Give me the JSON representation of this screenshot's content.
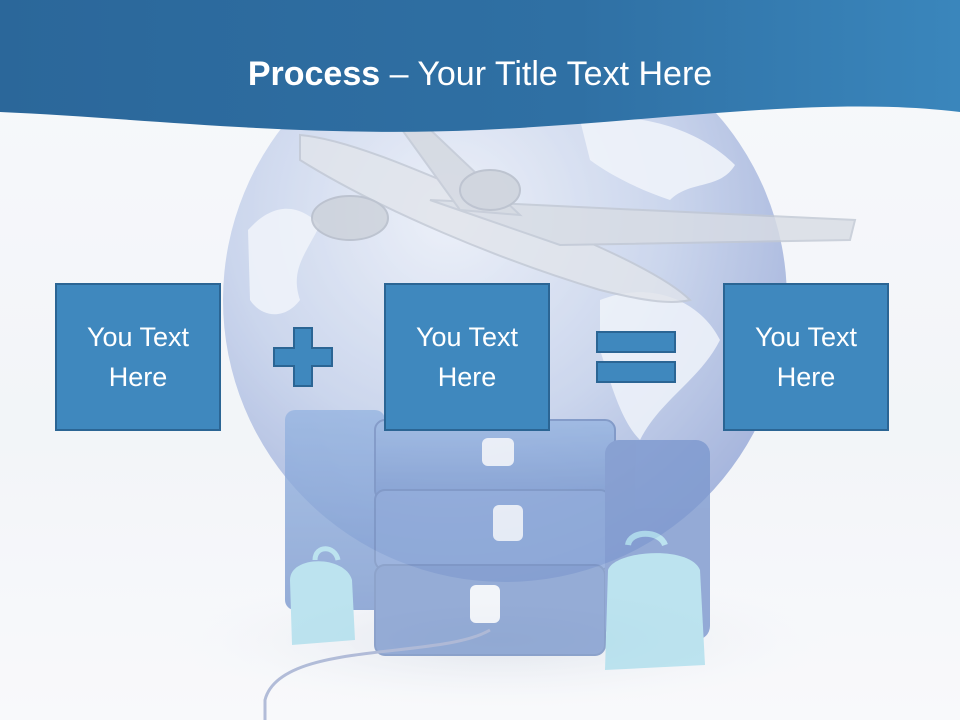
{
  "slide": {
    "title_bold": "Process",
    "title_rest": " – Your Title Text Here",
    "boxes": [
      {
        "label": "You Text Here"
      },
      {
        "label": "You Text Here"
      },
      {
        "label": "You Text Here"
      }
    ],
    "operators": [
      "plus-icon",
      "equals-icon"
    ],
    "background_image": "globe-airplane-luggage",
    "colors": {
      "header": "#2a6a9c",
      "box_fill": "#3f88be",
      "box_border": "#2b6594",
      "operator": "#3f88be",
      "text": "#ffffff"
    }
  }
}
